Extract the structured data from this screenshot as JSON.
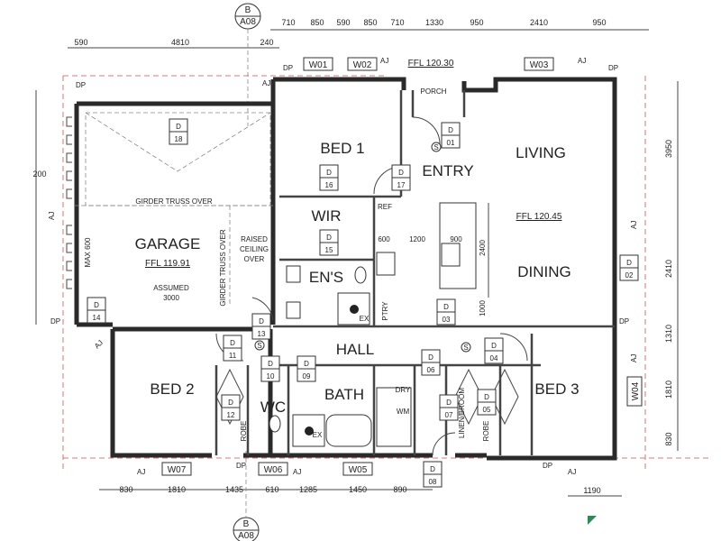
{
  "section_markers": {
    "top": {
      "letter": "B",
      "sheet": "A08"
    },
    "bottom": {
      "letter": "B",
      "sheet": "A08"
    }
  },
  "dimensions": {
    "top_row": [
      "710",
      "850",
      "590",
      "850",
      "710",
      "1330",
      "950",
      "2410",
      "950"
    ],
    "second_row": [
      "590",
      "4810",
      "240"
    ],
    "bottom_row": [
      "830",
      "1810",
      "1435",
      "610",
      "1285",
      "1450",
      "890"
    ],
    "bottom_extra": "1190",
    "right_col": [
      "3950",
      "2410",
      "1310",
      "1810",
      "830"
    ],
    "left_200": "200",
    "max600": "MAX 600",
    "assumed": "ASSUMED",
    "assumed_val": "3000",
    "kitchen": [
      "600",
      "1200",
      "900",
      "2400",
      "1000"
    ]
  },
  "rooms": {
    "garage": "GARAGE",
    "garage_ffl": "FFL 119.91",
    "bed1": "BED 1",
    "entry": "ENTRY",
    "living": "LIVING",
    "living_ffl": "FFL 120.45",
    "dining": "DINING",
    "wir": "WIR",
    "ens": "EN'S",
    "hall": "HALL",
    "bed2": "BED 2",
    "wc": "WC",
    "bath": "BATH",
    "bed3": "BED 3",
    "porch": "PORCH",
    "porch_ffl": "FFL 120.30",
    "ref": "REF",
    "ptry": "PTRY",
    "dry": "DRY",
    "wm": "WM",
    "linen": "LINEN/BROOM",
    "robe": "ROBE",
    "ex": "EX",
    "girder": "GIRDER TRUSS OVER",
    "raised": [
      "RAISED",
      "CEILING",
      "OVER"
    ]
  },
  "windows": [
    "W01",
    "W02",
    "W03",
    "W04",
    "W05",
    "W06",
    "W07"
  ],
  "doors": [
    "18",
    "16",
    "17",
    "01",
    "15",
    "14",
    "13",
    "03",
    "11",
    "10",
    "09",
    "06",
    "04",
    "12",
    "07",
    "05",
    "08",
    "02"
  ],
  "door_letter": "D",
  "markers": {
    "dp": "DP",
    "aj": "AJ",
    "s": "S"
  }
}
